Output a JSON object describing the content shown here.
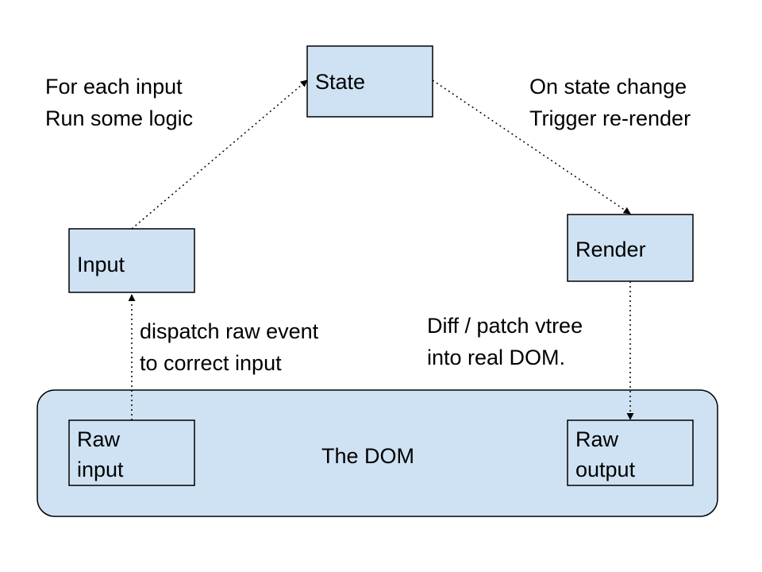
{
  "nodes": {
    "state": {
      "label": "State"
    },
    "input": {
      "label": "Input"
    },
    "render": {
      "label": "Render"
    },
    "dom": {
      "label": "The DOM"
    },
    "raw_input": {
      "line1": "Raw",
      "line2": "input"
    },
    "raw_output": {
      "line1": "Raw",
      "line2": "output"
    }
  },
  "annotations": {
    "input_to_state": {
      "line1": "For each input",
      "line2": "Run some logic"
    },
    "state_to_render": {
      "line1": "On state change",
      "line2": "Trigger re-render"
    },
    "raw_to_input": {
      "line1": "dispatch raw event",
      "line2": "to correct input"
    },
    "render_to_output": {
      "line1": "Diff / patch vtree",
      "line2": "into real DOM."
    }
  },
  "colors": {
    "box_fill": "#cfe2f3",
    "box_stroke": "#000000",
    "arrow": "#000000"
  }
}
